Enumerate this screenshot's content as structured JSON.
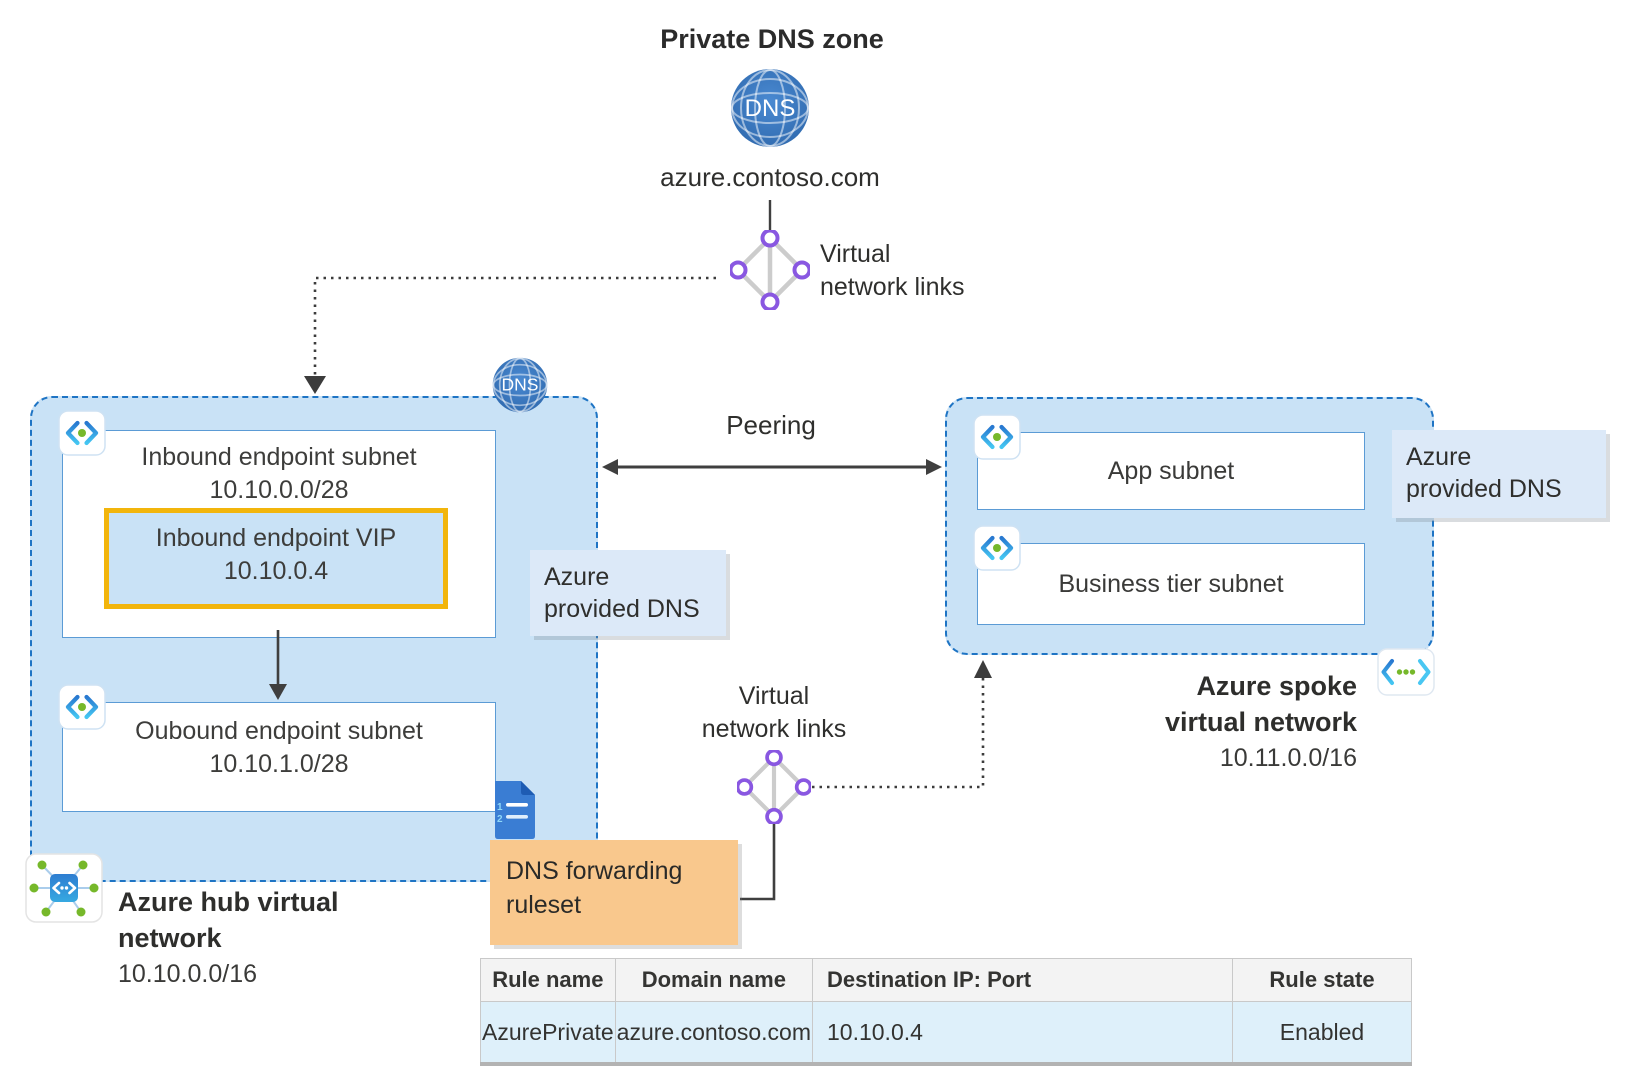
{
  "dns_zone": {
    "title": "Private DNS zone",
    "icon_label": "DNS",
    "domain": "azure.contoso.com"
  },
  "vnl_top": {
    "label": "Virtual network links",
    "lines": [
      "Virtual",
      "network links"
    ]
  },
  "vnl_mid": {
    "label": "Virtual network links",
    "lines": [
      "Virtual",
      "network links"
    ]
  },
  "hub": {
    "name": "Azure hub virtual network",
    "name_lines": [
      "Azure hub virtual",
      "network"
    ],
    "cidr": "10.10.0.0/16",
    "dns_icon_label": "DNS",
    "inbound_subnet": {
      "name": "Inbound endpoint subnet",
      "cidr": "10.10.0.0/28"
    },
    "vip": {
      "name": "Inbound endpoint VIP",
      "ip": "10.10.0.4"
    },
    "outbound_subnet": {
      "name": "Oubound endpoint subnet",
      "cidr": "10.10.1.0/28"
    }
  },
  "spoke": {
    "name": "Azure spoke virtual network",
    "name_lines": [
      "Azure spoke",
      "virtual network"
    ],
    "cidr": "10.11.0.0/16",
    "subnets": [
      "App subnet",
      "Business tier subnet"
    ]
  },
  "labels": {
    "peering": "Peering",
    "azure_provided_dns_left": {
      "text": "Azure provided DNS",
      "lines": [
        "Azure",
        "provided DNS"
      ]
    },
    "azure_provided_dns_right": {
      "text": "Azure provided DNS",
      "lines": [
        "Azure",
        "provided DNS"
      ]
    },
    "dns_forwarding_ruleset": {
      "text": "DNS forwarding ruleset",
      "lines": [
        "DNS forwarding",
        "ruleset"
      ]
    }
  },
  "ruleset_table": {
    "headers": [
      "Rule name",
      "Domain name",
      "Destination IP: Port",
      "Rule state"
    ],
    "rows": [
      [
        "AzurePrivate",
        "azure.contoso.com",
        "10.10.0.4",
        "Enabled"
      ]
    ]
  },
  "colors": {
    "vnet_fill": "#c9e2f6",
    "vnet_border": "#1e74c4",
    "vip_border": "#f2b50c",
    "note_fill": "#dce9f8",
    "ruleset_fill": "#f9c88d",
    "table_row_fill": "#def0fa",
    "accent_purple": "#8957e1",
    "accent_green": "#76b82a"
  }
}
